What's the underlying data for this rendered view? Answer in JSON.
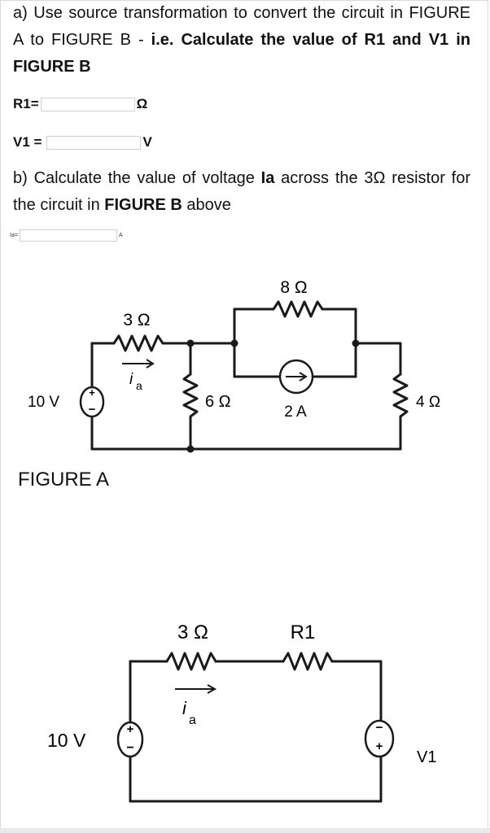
{
  "part_a": {
    "text_pre": "a) Use source transformation to convert the circuit in FIGURE A to FIGURE B - ",
    "text_bold": "i.e. Calculate the value of R1 and V1 in FIGURE B"
  },
  "answers": {
    "r1_label": "R1=",
    "r1_value": "",
    "r1_unit": "Ω",
    "v1_label": "V1 =",
    "v1_value": "",
    "v1_unit": "V"
  },
  "part_b": {
    "text_pre": "b) Calculate the value of voltage ",
    "text_bold_1": "Ia",
    "text_mid": " across the 3Ω resistor for the circuit in ",
    "text_bold_2": "FIGURE B",
    "text_post": " above"
  },
  "ia_answer": {
    "label": "Ia=",
    "value": "",
    "unit": "A"
  },
  "figure_a": {
    "label": "FIGURE A",
    "source_label": "10 V",
    "r3_label": "3 Ω",
    "current_label": "i",
    "current_sub": "a",
    "r6_label": "6 Ω",
    "r8_label": "8 Ω",
    "cs_label": "2 A",
    "r4_label": "4 Ω",
    "plus": "+",
    "minus": "−"
  },
  "figure_b": {
    "source_label": "10 V",
    "r3_label": "3 Ω",
    "r1_label": "R1",
    "current_label": "i",
    "current_sub": "a",
    "v1_label": "V1",
    "plus": "+",
    "minus": "−"
  }
}
